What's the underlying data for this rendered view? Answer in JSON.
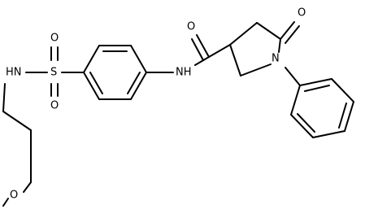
{
  "molecule": {
    "atoms": {
      "oxygen_ether": "O",
      "nh_sulfonamide": "HN",
      "sulfur": "S",
      "oxygen_sulfonyl_top": "O",
      "oxygen_sulfonyl_bottom": "O",
      "nh_amide": "NH",
      "oxygen_amide": "O",
      "oxygen_lactam": "O",
      "nitrogen_ring": "N"
    }
  },
  "colors": {
    "bond": "#000000",
    "label": "#000000",
    "background": "#ffffff"
  }
}
